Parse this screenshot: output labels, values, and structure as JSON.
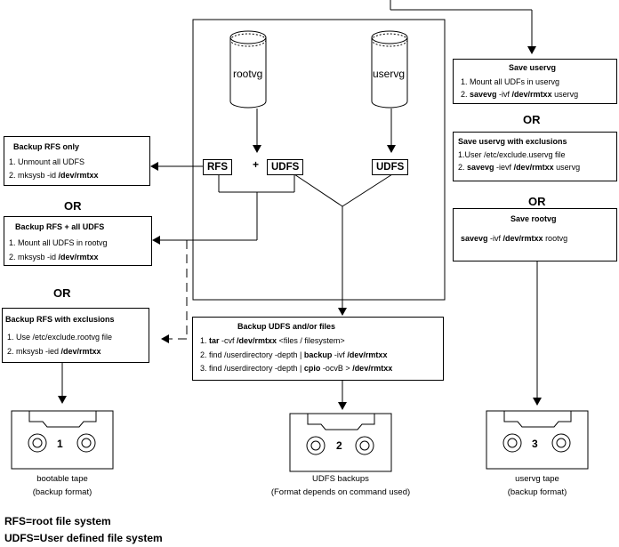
{
  "volume_groups": {
    "rootvg": "rootvg",
    "uservg": "uservg"
  },
  "chips": {
    "rfs": "RFS",
    "plus": "+",
    "udfs_root": "UDFS",
    "udfs_user": "UDFS"
  },
  "left": {
    "box1": {
      "title": "Backup RFS only",
      "line1": "1. Unmount all UDFS",
      "line2_pre": "2. mksysb -id ",
      "line2_bold": "/dev/rmtxx"
    },
    "or1": "OR",
    "box2": {
      "title": "Backup RFS + all UDFS",
      "line1": "1. Mount all UDFS in rootvg",
      "line2_pre": "2. mksysb -id ",
      "line2_bold": "/dev/rmtxx"
    },
    "or2": "OR",
    "box3": {
      "title": "Backup RFS with exclusions",
      "line1": "1. Use /etc/exclude.rootvg file",
      "line2_pre": "2. mksysb -ied ",
      "line2_bold": "/dev/rmtxx"
    }
  },
  "right": {
    "box1": {
      "title": "Save uservg",
      "line1": "1. Mount all UDFs in uservg",
      "line2_num": "2. ",
      "line2_cmd": "savevg",
      "line2_mid": " -ivf ",
      "line2_dev": "/dev/rmtxx",
      "line2_end": " uservg"
    },
    "or1": "OR",
    "box2": {
      "title": "Save uservg with exclusions",
      "line1": "1.User /etc/exclude.uservg file",
      "line2_num": "2. ",
      "line2_cmd": "savevg",
      "line2_mid": " -ievf ",
      "line2_dev": "/dev/rmtxx",
      "line2_end": " uservg"
    },
    "or2": "OR",
    "box3": {
      "title": "Save rootvg",
      "line1_cmd": "savevg",
      "line1_mid": " -ivf ",
      "line1_dev": "/dev/rmtxx",
      "line1_end": " rootvg"
    }
  },
  "center": {
    "title": "Backup UDFS and/or files",
    "line1": {
      "num": "1. ",
      "cmd": "tar",
      "mid": " -cvf ",
      "dev": "/dev/rmtxx",
      "end": " <files / filesystem>"
    },
    "line2": {
      "pre": "2. find /userdirectory -depth | ",
      "cmd": "backup",
      "mid": " -ivf ",
      "dev": "/dev/rmtxx"
    },
    "line3": {
      "pre": "3. find /userdirectory -depth | ",
      "cmd": "cpio",
      "mid": " -ocvB > ",
      "dev": "/dev/rmtxx"
    }
  },
  "tapes": [
    {
      "number": "1",
      "label_line1": "bootable tape",
      "label_line2": "(backup format)"
    },
    {
      "number": "2",
      "label_line1": "UDFS backups",
      "label_line2": "(Format depends on command used)"
    },
    {
      "number": "3",
      "label_line1": "uservg tape",
      "label_line2": "(backup format)"
    }
  ],
  "legend": {
    "line1": "RFS=root file system",
    "line2": "UDFS=User defined file system"
  }
}
